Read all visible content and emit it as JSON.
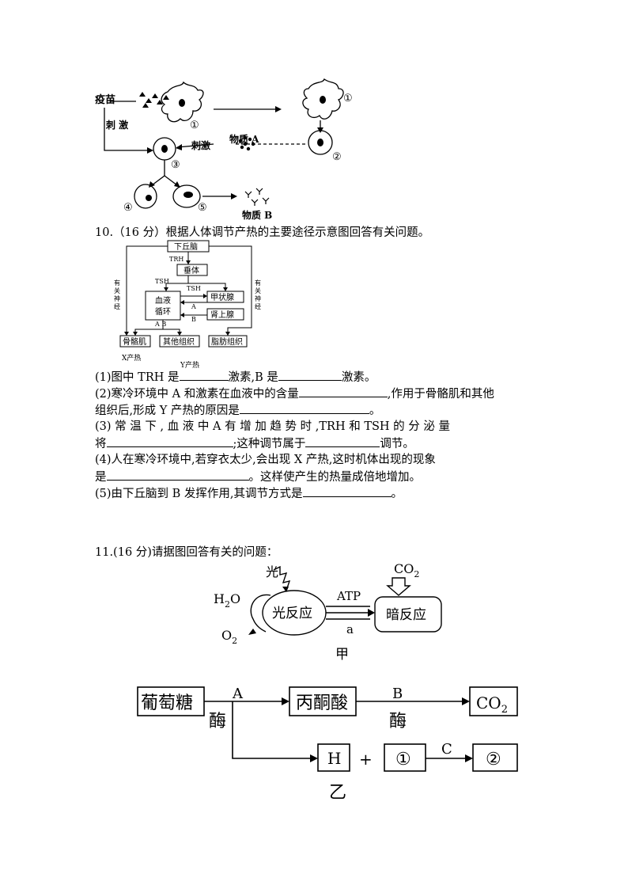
{
  "fig_immune": {
    "vaccine": "疫苗",
    "stimulate_1": "刺  激",
    "stimulate_2": "刺激",
    "substance_a": "物质 A",
    "substance_b": "物质 B",
    "cell_labels": [
      "①",
      "①",
      "②",
      "③",
      "④",
      "⑤"
    ]
  },
  "q10": {
    "title": "10.（16 分）根据人体调节产热的主要途径示意图回答有关问题。",
    "diagram": {
      "hypothalamus": "下丘脑",
      "trh": "TRH",
      "pituitary": "垂体",
      "tsh_1": "TSH",
      "tsh_2": "TSH",
      "blood": [
        "血液",
        "循环"
      ],
      "thyroid": "甲状腺",
      "a_label": "A",
      "b_label": "B",
      "adrenal": "肾上腺",
      "ab_label": "A  B",
      "nerve_left": [
        "有",
        "关",
        "神",
        "经"
      ],
      "nerve_right": [
        "有",
        "关",
        "神",
        "经"
      ],
      "skeletal": "骨骼肌",
      "other_tissue": "其他组织",
      "fat_tissue": "脂肪组织",
      "x_heat": "X产热",
      "y_heat": "Y产热"
    },
    "s1_a": "(1)图中 TRH 是",
    "s1_b": "激素,B 是",
    "s1_c": "激素。",
    "s2_a": "(2)寒冷环境中 A 和激素在血液中的含量",
    "s2_b": ",作用于骨骼肌和其他",
    "s2_c": "组织后,形成 Y 产热的原因是",
    "s2_d": "。",
    "s3_a": "(3)  常 温 下 , 血 液 中  A  有 增 加 趋 势 时 ,TRH  和  TSH  的 分 泌 量",
    "s3_b": "将",
    "s3_c": ";这种调节属于",
    "s3_d": "调节。",
    "s4_a": " (4)人在寒冷环境中,若穿衣太少,会出现 X 产热,这时机体出现的现象",
    "s4_b": "是",
    "s4_c": "。这样使产生的热量成倍地增加。",
    "s5_a": "(5)由下丘脑到 B 发挥作用,其调节方式是",
    "s5_b": "。"
  },
  "q11": {
    "title": "11.(16 分)请据图回答有关的问题：",
    "fig_jia": {
      "light": "光",
      "co2": "CO",
      "co2_sub": "2",
      "h2o": "H",
      "h2o_sub": "2",
      "h2o_tail": "O",
      "o2": "O",
      "o2_sub": "2",
      "light_reaction": "光反应",
      "dark_reaction": "暗反应",
      "atp": "ATP",
      "a": "a",
      "caption": "甲"
    },
    "fig_yi": {
      "glucose": "葡萄糖",
      "label_a": "A",
      "enzyme_1": "酶",
      "pyruvate": "丙酮酸",
      "label_b": "B",
      "enzyme_2": "酶",
      "co2": "CO",
      "co2_sub": "2",
      "h": "H",
      "plus": "+",
      "box1": "①",
      "label_c": "C",
      "box2": "②",
      "caption": "乙"
    }
  }
}
